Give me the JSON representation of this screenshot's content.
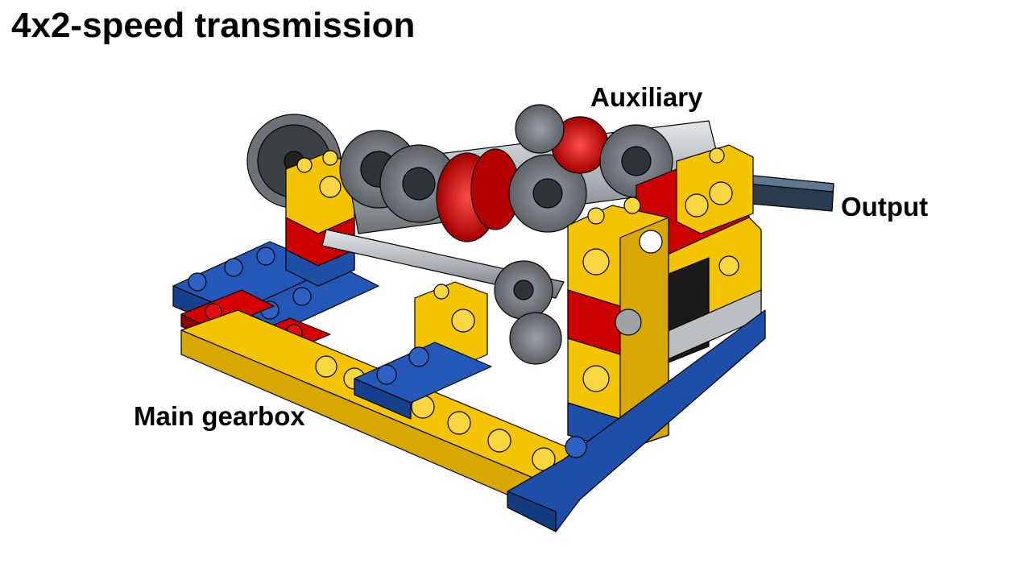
{
  "title": "4x2-speed transmission",
  "labels": {
    "auxiliary": "Auxiliary",
    "output": "Output",
    "main_gearbox": "Main gearbox"
  },
  "colors": {
    "yellow": "#f5c400",
    "yellow_dark": "#c99a00",
    "blue": "#1e4fa8",
    "blue_dark": "#143a80",
    "red": "#cc0000",
    "red_dark": "#8f0000",
    "light_gray": "#b9bfc3",
    "dark_gray": "#4b4f55",
    "black": "#1a1a1a"
  }
}
